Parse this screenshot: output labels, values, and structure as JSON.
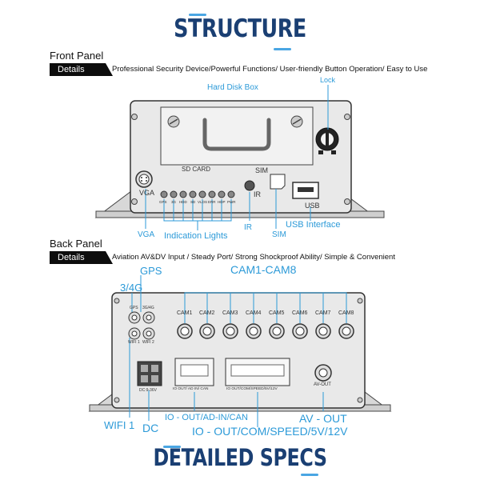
{
  "title": "STRUCTURE",
  "footer_title": "DETAILED SPECS",
  "front": {
    "title": "Front Panel",
    "tag": "Details",
    "description": "Professional Security Device/Powerful Functions/ User-friendly Button Operation/ Easy to Use",
    "device_labels": {
      "sd_card": "SD CARD",
      "sim": "SIM",
      "vga": "VGA",
      "ir": "IR",
      "usb": "USB",
      "leds": [
        "GPS",
        "3G",
        "HDD",
        "SD",
        "VLOS",
        "ERR",
        "HDP",
        "PWR"
      ]
    },
    "callouts": {
      "hard_disk_box": "Hard Disk Box",
      "lock": "Lock",
      "vga": "VGA",
      "indication_lights": "Indication Lights",
      "ir": "IR",
      "sim": "SIM",
      "usb_interface": "USB Interface"
    }
  },
  "back": {
    "title": "Back Panel",
    "tag": "Details",
    "description": "Aviation AV&DV Input / Steady Port/ Strong Shockproof Ability/ Simple & Convenient",
    "device_labels": {
      "gps": "GPS",
      "g34": "3G/4G",
      "wifi1": "WIFI 1",
      "wifi2": "WIFI 2",
      "dc": "DC:9-36V",
      "io1": "IO OUT/ AD IN/ CAN",
      "io2": "IO OUT/COM/SPEED/5V/12V",
      "av_out": "AV-OUT",
      "cams": [
        "CAM1",
        "CAM2",
        "CAM3",
        "CAM4",
        "CAM5",
        "CAM6",
        "CAM7",
        "CAM8"
      ]
    },
    "callouts": {
      "gps": "GPS",
      "g34": "3/4G",
      "cam_range": "CAM1-CAM8",
      "wifi1": "WIFI 1",
      "dc": "DC",
      "io_ad_can": "IO - OUT/AD-IN/CAN",
      "av_out": "AV - OUT",
      "io_com": "IO - OUT/COM/SPEED/5V/12V"
    }
  },
  "colors": {
    "heading": "#1a3f73",
    "accent": "#4aa6e3",
    "callout": "#2c9ad8",
    "device_body": "#e9e9e9",
    "tag_bg": "#0d0d0d"
  }
}
